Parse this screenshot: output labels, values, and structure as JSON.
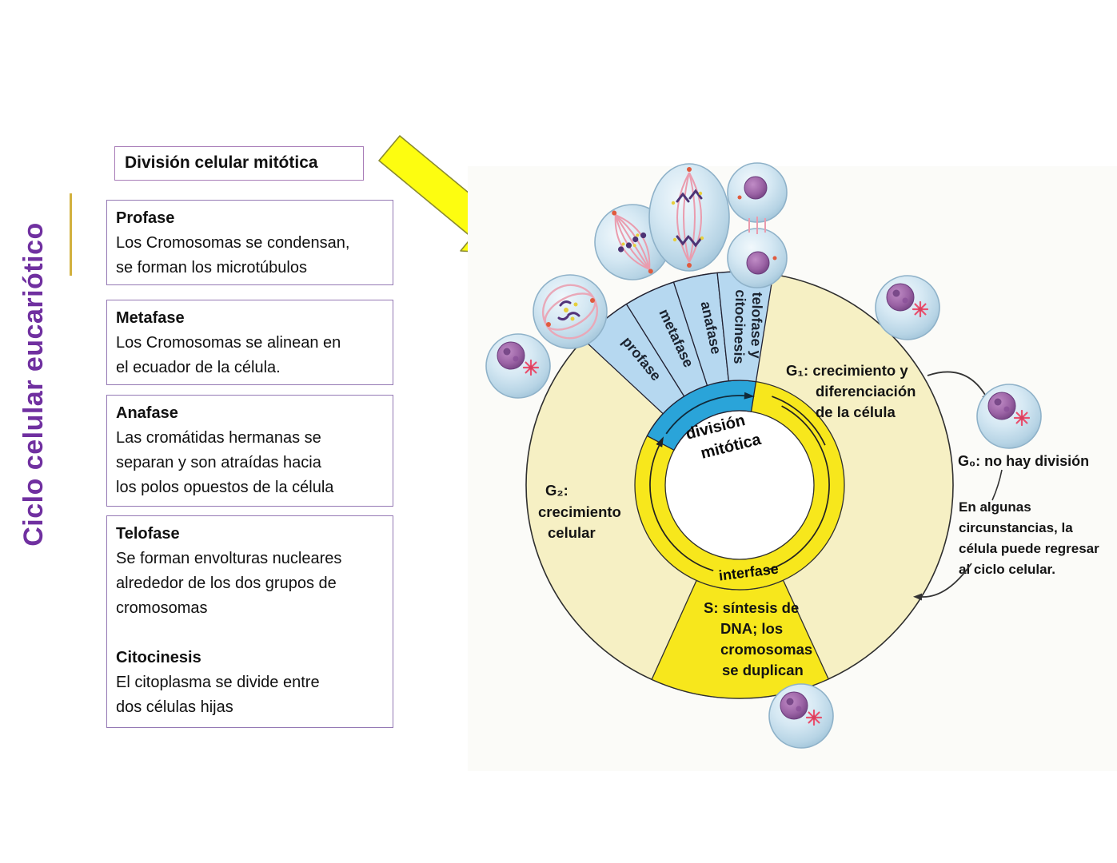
{
  "slide": {
    "vertical_title": "Ciclo celular eucariótico",
    "header_box": "División celular mitótica",
    "boxes": [
      {
        "title": "Profase",
        "lines": [
          "Los Cromosomas se condensan,",
          "se forman los microtúbulos"
        ]
      },
      {
        "title": "Metafase",
        "lines": [
          "Los Cromosomas se alinean en",
          "el ecuador de la célula."
        ]
      },
      {
        "title": "Anafase",
        "lines": [
          "Las cromátidas hermanas se",
          "separan y son atraídas hacia",
          "los polos opuestos de la célula"
        ]
      },
      {
        "title": "Telofase",
        "lines": [
          "Se forman envolturas nucleares",
          "alrededor de los dos grupos de",
          "cromosomas"
        ],
        "title2": "Citocinesis",
        "lines2": [
          "El citoplasma se divide entre",
          "dos células hijas"
        ]
      }
    ],
    "title_color": "#7030a0",
    "box_border_color": "#9478b4",
    "accent_line_color": "#d2b13e",
    "arrow_color": "#fdfd10"
  },
  "diagram": {
    "wedge_labels": {
      "profase": "profase",
      "metafase": "metafase",
      "anafase": "anafase",
      "telofase": [
        "telofase y",
        "citocinesis"
      ]
    },
    "division_lines": [
      "división",
      "mitótica"
    ],
    "interfase_label": "interfase",
    "g1_lines": [
      "G₁: crecimiento y",
      "diferenciación",
      "de la célula"
    ],
    "g2_lines": [
      "G₂:",
      "crecimiento",
      "celular"
    ],
    "s_lines": [
      "S: síntesis de",
      "DNA; los",
      "cromosomas",
      "se duplican"
    ],
    "g0_label": "G₀: no hay división",
    "note_lines": [
      "En algunas",
      "circunstancias, la",
      "célula puede regresar",
      "al ciclo celular."
    ],
    "colors": {
      "pale_yellow": "#f6f0c4",
      "bright_yellow": "#f7e71c",
      "light_blue": "#b6d8f0",
      "cyan_blue": "#2aa4d9",
      "cell_blue": "#cfe3f0",
      "nucleus_purple": "#9a62a4",
      "spindle_pink": "#ea9cae",
      "starburst_pink": "#e8506e"
    }
  }
}
